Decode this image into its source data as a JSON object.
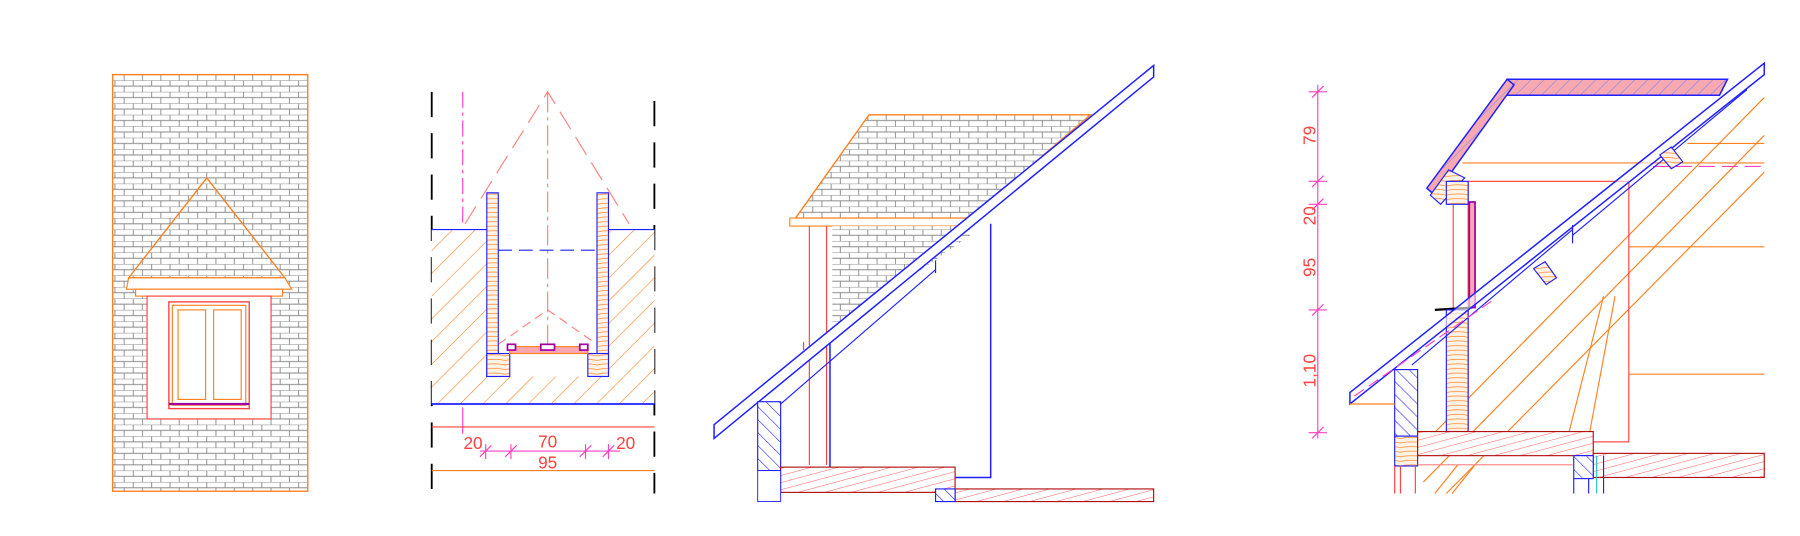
{
  "colors": {
    "outline_blue": "#2020ff",
    "outline_orange": "#ff8020",
    "outline_red": "#ff4040",
    "dimension_pink": "#ff40c0",
    "dark_red": "#b01010",
    "purple": "#a000a0",
    "brick_grey": "#808080"
  },
  "plan_view": {
    "dimensions": {
      "left_wall": "20",
      "opening": "70",
      "right_wall": "20",
      "overall": "95"
    }
  },
  "section_view": {
    "dimensions": {
      "top": "79",
      "lintel": "20",
      "window": "95",
      "parapet": "1,10"
    }
  }
}
